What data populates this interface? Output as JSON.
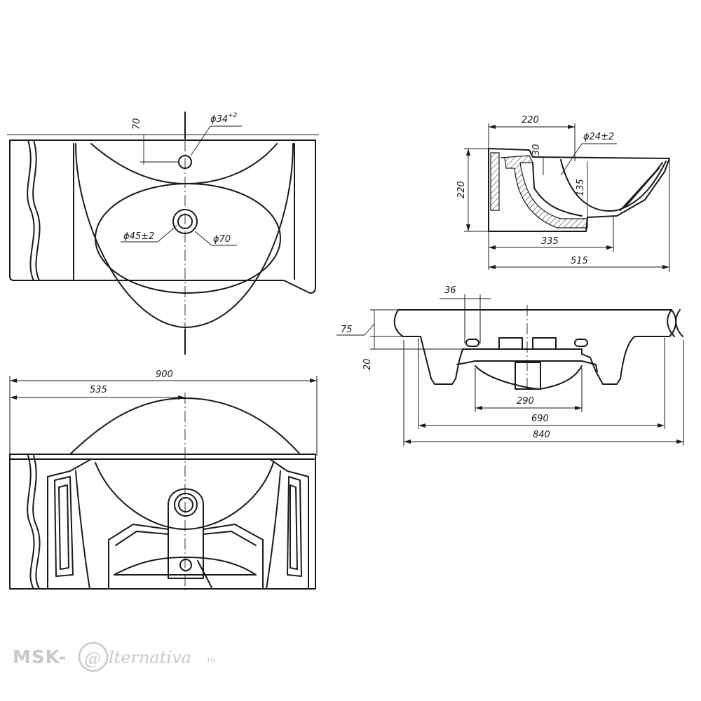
{
  "top_view": {
    "tap_hole_offset": "70",
    "tap_hole_diameter": "ϕ34",
    "tap_hole_tolerance": "+2",
    "drain_diameter": "ϕ45±2",
    "drain_outer_diameter": "ϕ70"
  },
  "bottom_view": {
    "overall_width": "900",
    "center_offset": "535"
  },
  "section_view": {
    "top_depth": "220",
    "overflow_diameter": "ϕ24±2",
    "overflow_offset": "30",
    "height": "220",
    "bowl_depth": "135",
    "bowl_length": "335",
    "overall_depth": "515"
  },
  "front_view": {
    "leg_width": "36",
    "rim_height": "75",
    "slot_height": "20",
    "inner_width": "290",
    "support_width": "690",
    "base_width": "840"
  },
  "watermark": {
    "prefix": "MSK-",
    "at_symbol": "@",
    "suffix": "lternativa",
    "domain": ".ru"
  },
  "colors": {
    "line": "#1a1a1a",
    "watermark": "#c9c9c9",
    "background": "#ffffff"
  }
}
